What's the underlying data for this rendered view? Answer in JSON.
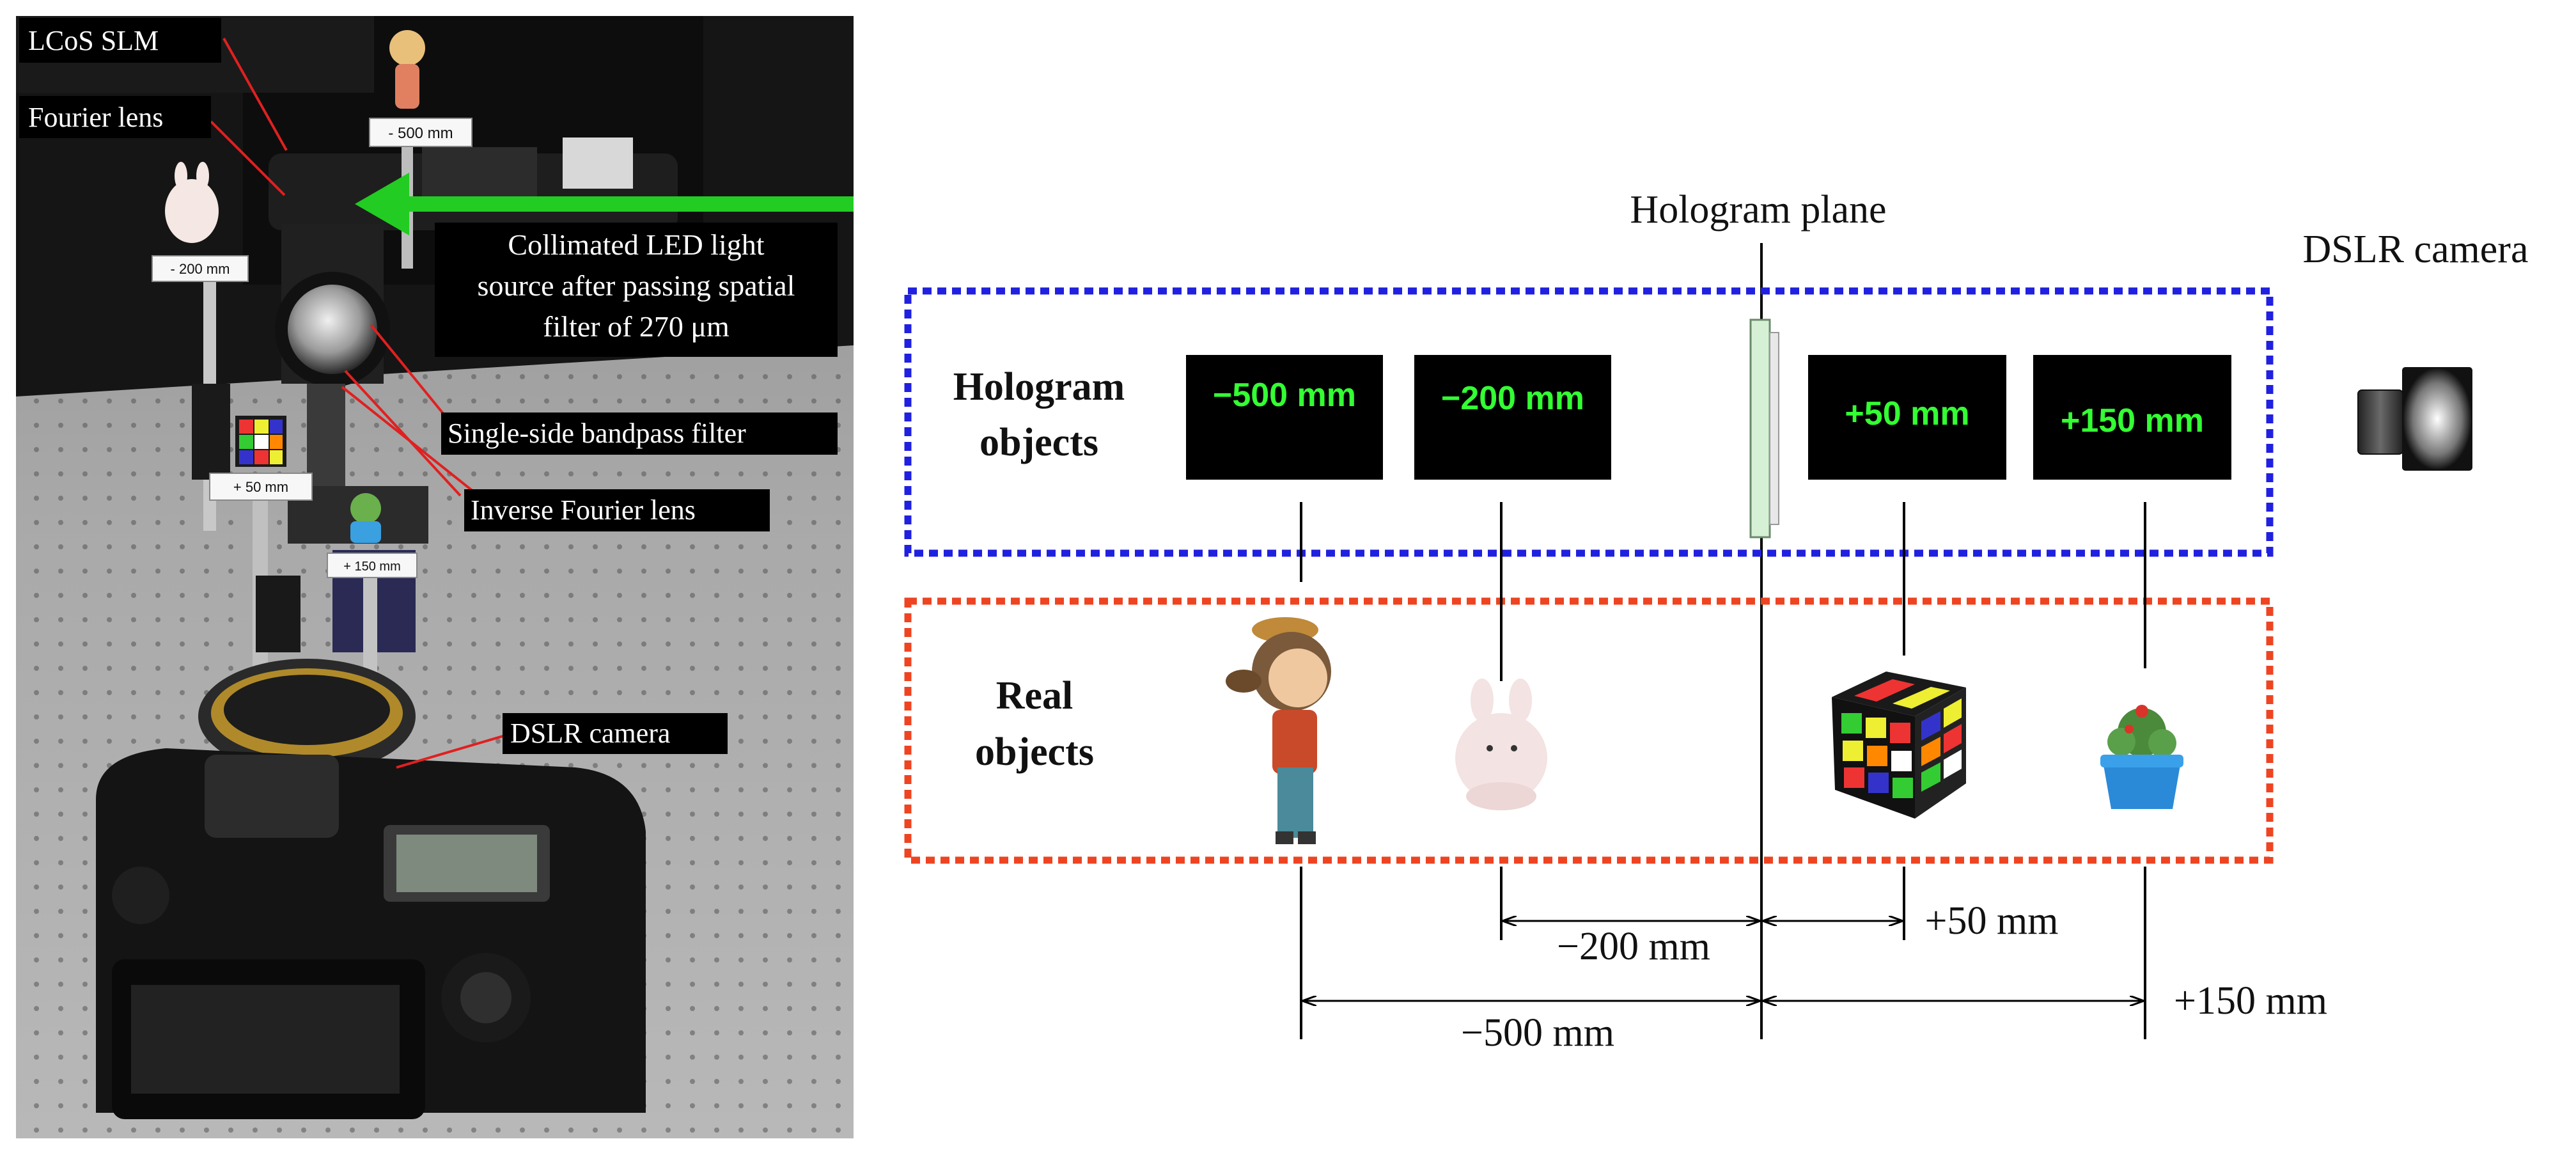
{
  "photo": {
    "callouts": {
      "lcos_slm": "LCoS SLM",
      "fourier_lens": "Fourier lens",
      "collimated_line1": "Collimated  LED light",
      "collimated_line2": "source after passing spatial",
      "collimated_line3": "filter  of 270  μm",
      "bandpass": "Single-side  bandpass filter",
      "inverse_fourier": "Inverse Fourier lens",
      "dslr": "DSLR camera"
    },
    "post_labels": {
      "minus500": "- 500 mm",
      "minus200": "- 200 mm",
      "plus50": "+ 50 mm",
      "plus150": "+ 150 mm"
    },
    "colors": {
      "light_arrow": "#22cc22",
      "callout_line": "#e02020"
    }
  },
  "diagram": {
    "hologram_plane_label": "Hologram plane",
    "dslr_label": "DSLR camera",
    "hologram_group_line1": "Hologram",
    "hologram_group_line2": "objects",
    "real_group_line1": "Real",
    "real_group_line2": "objects",
    "hologram_boxes": [
      {
        "label": "−500 mm"
      },
      {
        "label": "−200 mm"
      },
      {
        "label": "+50 mm"
      },
      {
        "label": "+150 mm"
      }
    ],
    "distances": {
      "d200": "−200 mm",
      "d500": "−500 mm",
      "d50": "+50 mm",
      "d150": "+150 mm"
    },
    "colors": {
      "hologram_frame": "#2020e0",
      "real_frame": "#ee4422",
      "box_text": "#33ff33",
      "box_bg": "#000000"
    }
  }
}
